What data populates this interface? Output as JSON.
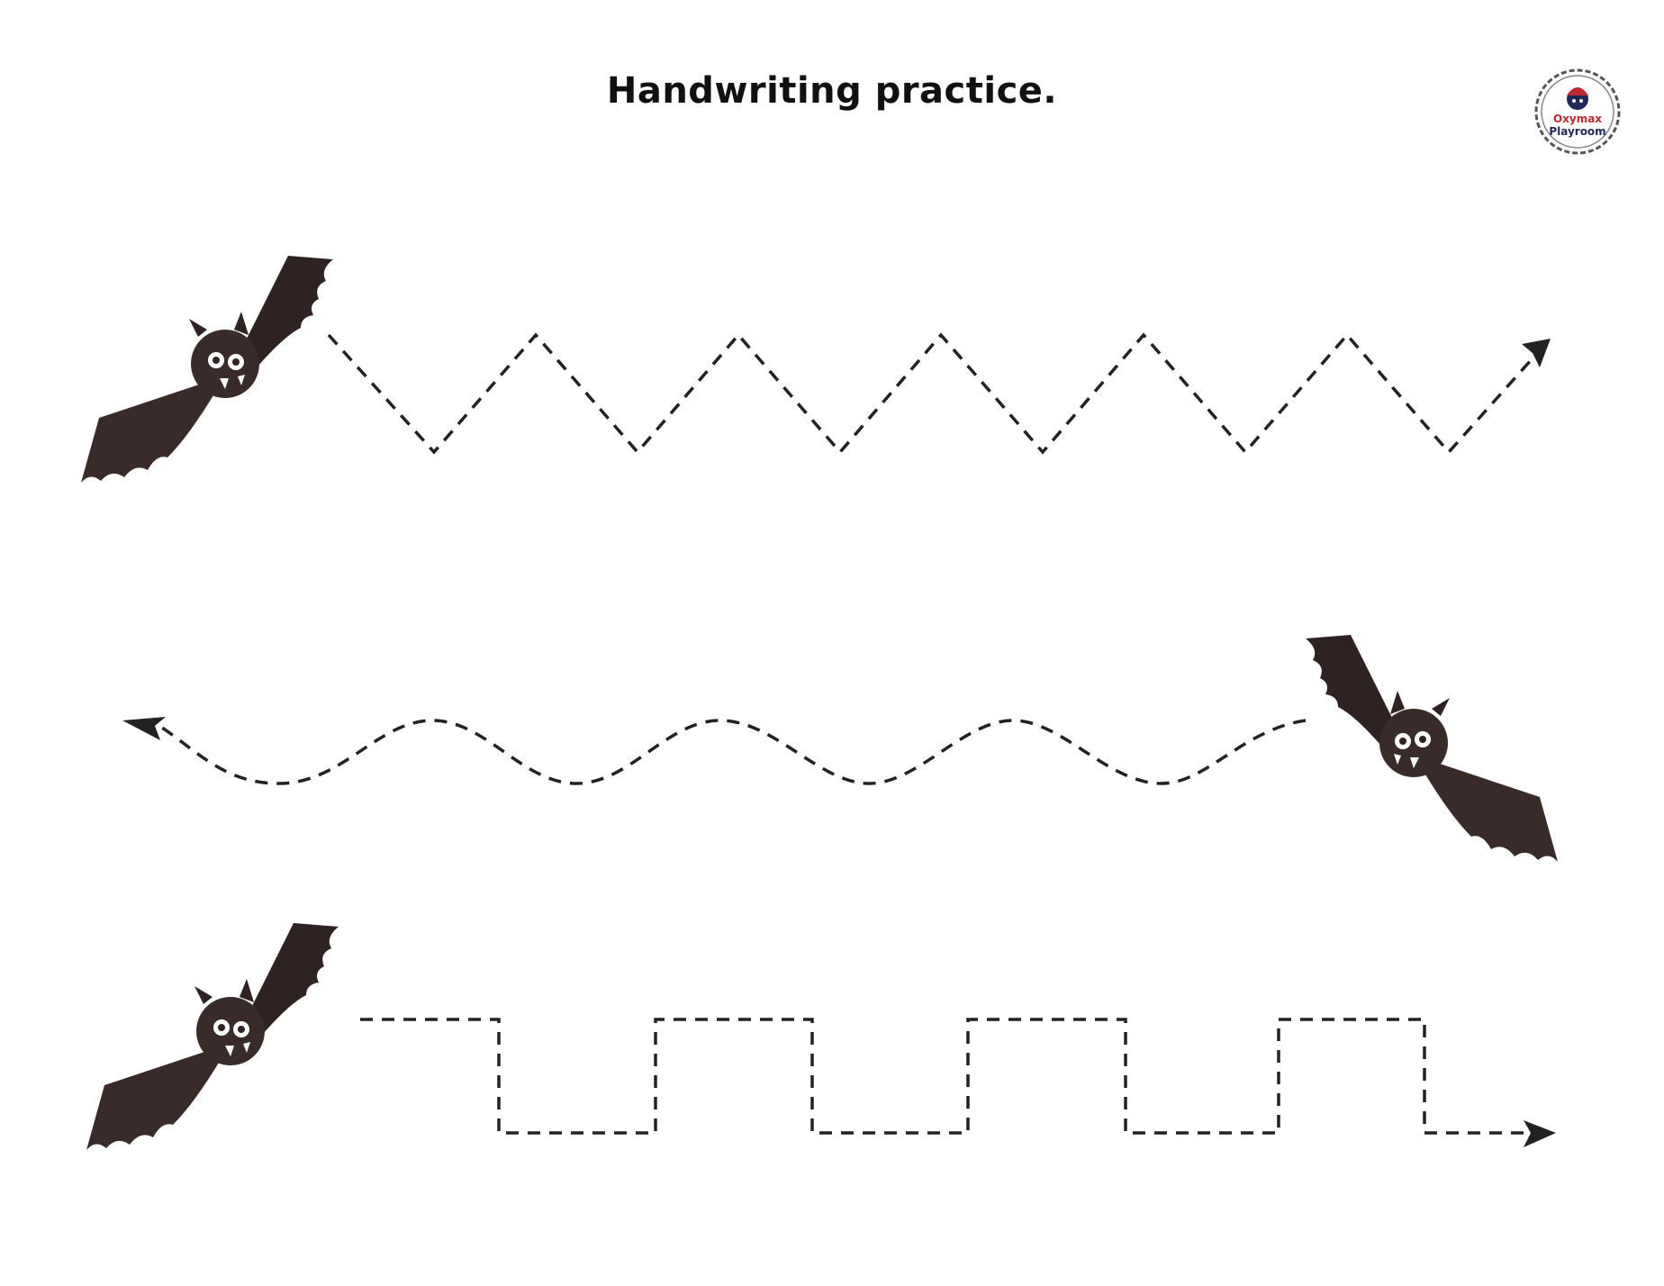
{
  "title": "Handwriting practice.",
  "logo": {
    "line1": "Oxymax",
    "line2": "Playroom"
  },
  "colors": {
    "line": "#222222",
    "bat": "#3a2b2b",
    "bat_dark": "#2e2222",
    "logo_red": "#c0282d",
    "logo_navy": "#1f2a5a"
  },
  "icons": [
    "bat-icon",
    "arrow-icon",
    "logo-icon"
  ]
}
